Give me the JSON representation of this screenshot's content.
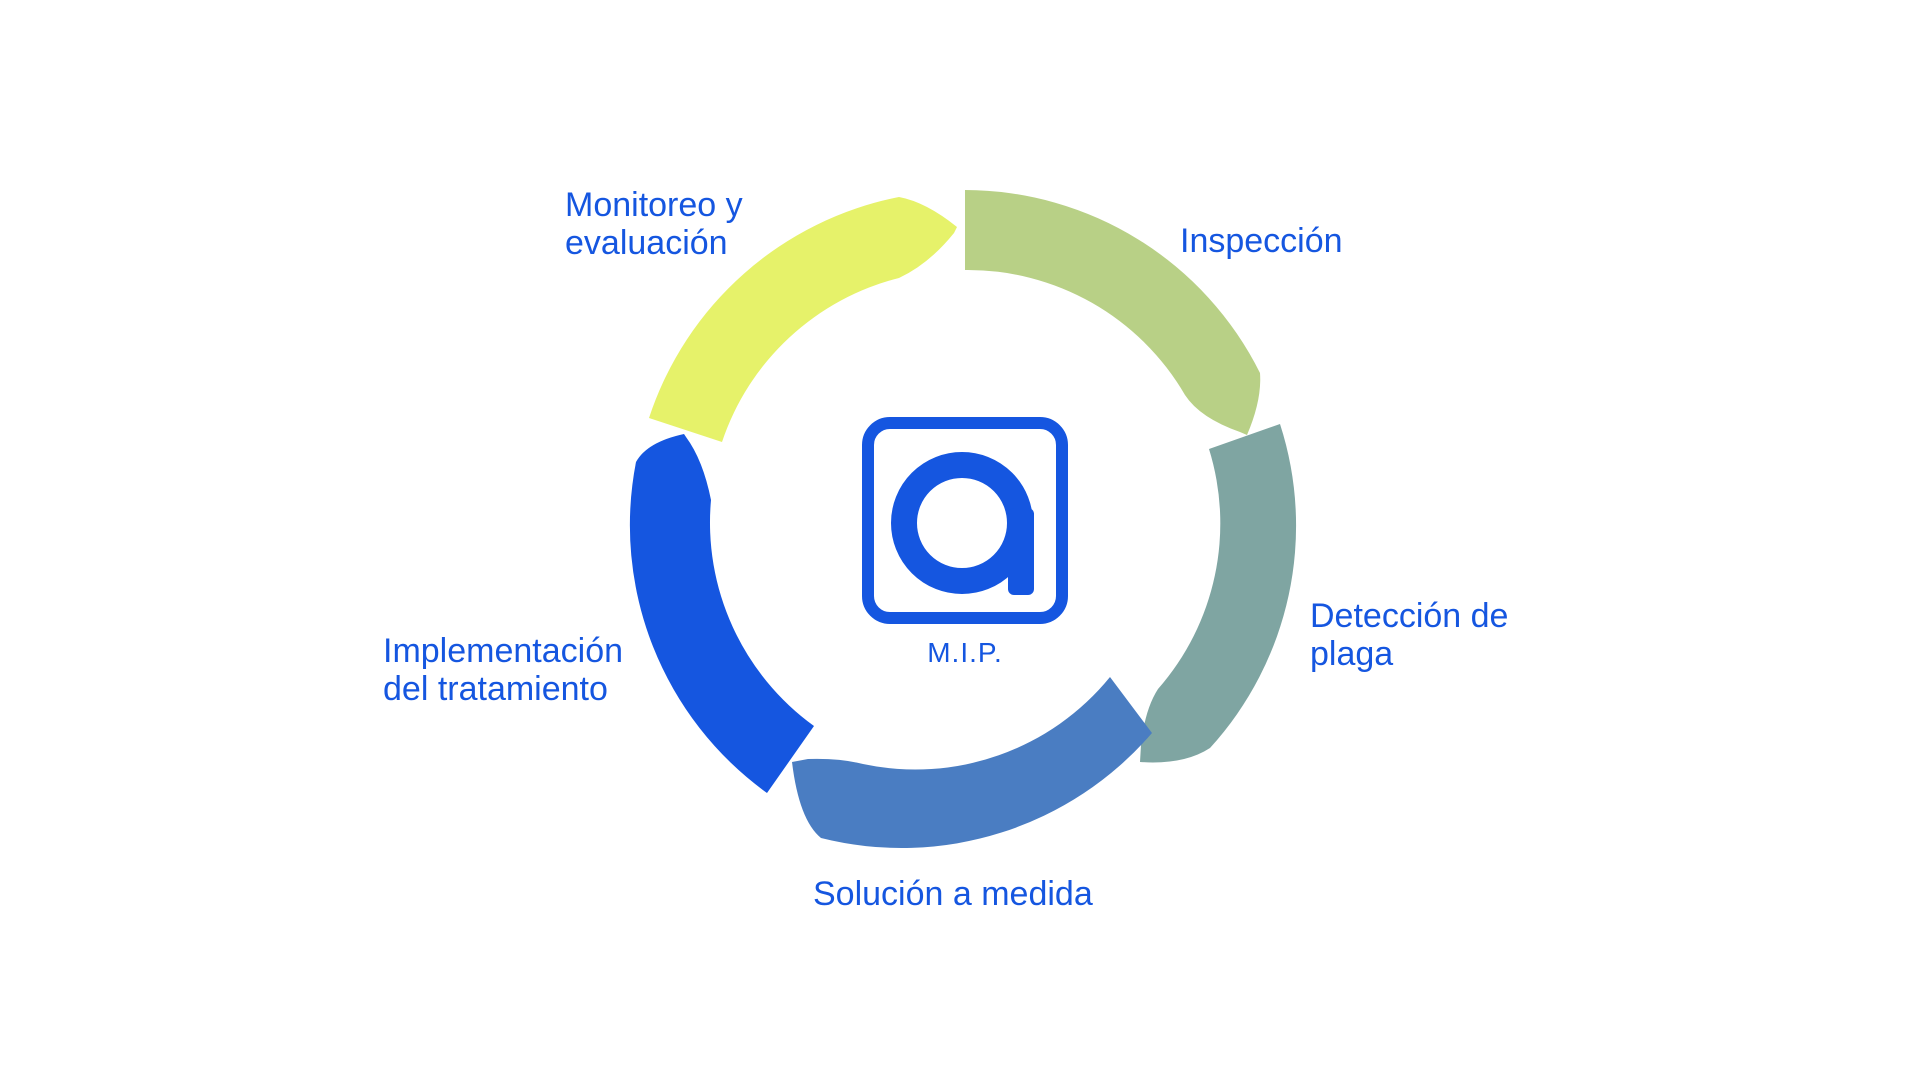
{
  "diagram": {
    "type": "cycle",
    "center": {
      "logo_icon": "at-sign-logo-icon",
      "label": "M.I.P."
    },
    "steps": [
      {
        "id": "inspeccion",
        "lines": [
          "Inspección"
        ],
        "color": "#b8d086"
      },
      {
        "id": "deteccion",
        "lines": [
          "Detección de",
          "plaga"
        ],
        "color": "#7fa5a2"
      },
      {
        "id": "solucion",
        "lines": [
          "Solución a medida"
        ],
        "color": "#4a7dc2"
      },
      {
        "id": "implementacion",
        "lines": [
          "Implementación",
          "del tratamiento"
        ],
        "color": "#1556e0"
      },
      {
        "id": "monitoreo",
        "lines": [
          "Monitoreo y",
          "evaluación"
        ],
        "color": "#e6f26a"
      }
    ],
    "colors": {
      "text": "#1556e0",
      "logo": "#1556e0"
    }
  }
}
